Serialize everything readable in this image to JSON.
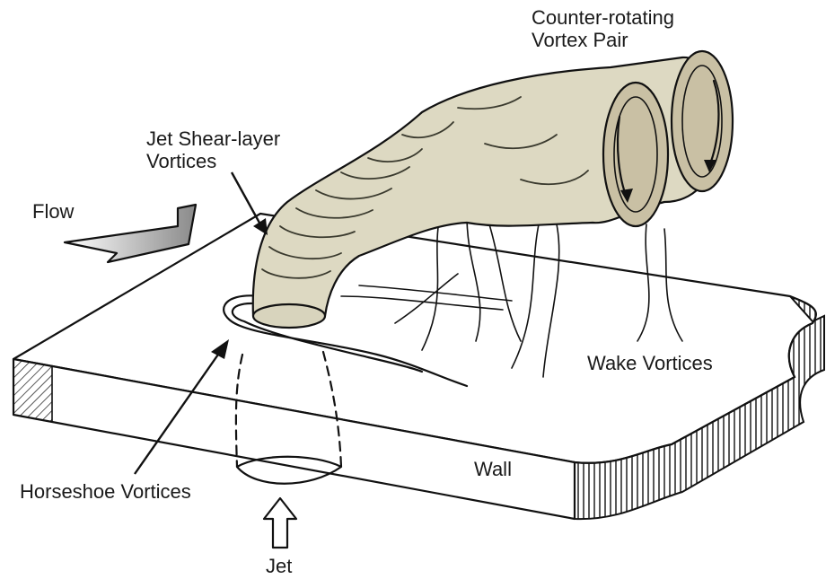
{
  "labels": {
    "counter_rotating_line1": "Counter-rotating",
    "counter_rotating_line2": "Vortex Pair",
    "shear_layer_line1": "Jet Shear-layer",
    "shear_layer_line2": "Vortices",
    "flow": "Flow",
    "wake": "Wake Vortices",
    "horseshoe": "Horseshoe Vortices",
    "wall": "Wall",
    "jet": "Jet"
  },
  "colors": {
    "plume_fill": "#ddd9c2",
    "vortex_ring_fill": "#c9c0a4",
    "flow_arrow_gradient_start": "#ffffff",
    "flow_arrow_gradient_end": "#8a8a8a",
    "line": "#111111"
  },
  "icons": {
    "flow_arrow": "arrow-right-shaded",
    "jet_arrow": "arrow-up-outline"
  }
}
